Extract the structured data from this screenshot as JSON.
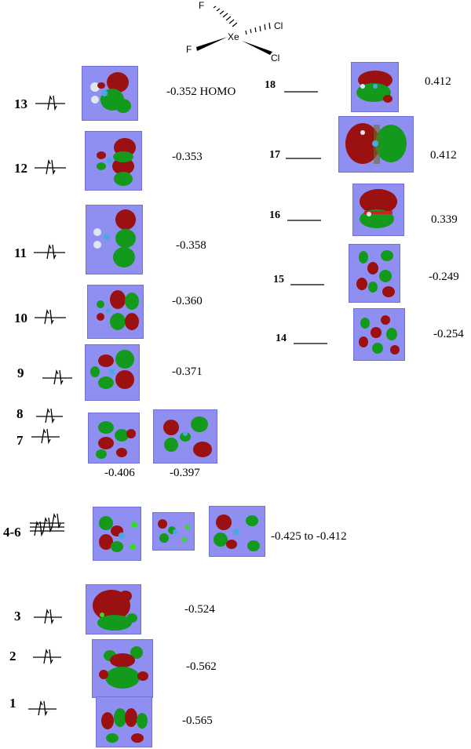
{
  "molecule": {
    "center": "Xe",
    "ligands": [
      "F",
      "F",
      "Cl",
      "Cl"
    ]
  },
  "occupied": [
    {
      "id": "13",
      "energy": "-0.352 HOMO"
    },
    {
      "id": "12",
      "energy": "-0.353"
    },
    {
      "id": "11",
      "energy": "-0.358"
    },
    {
      "id": "10",
      "energy": "-0.360"
    },
    {
      "id": "9",
      "energy": "-0.371"
    },
    {
      "id": "8"
    },
    {
      "id": "7"
    },
    {
      "id": "4-6",
      "energy": "-0.425 to -0.412"
    },
    {
      "id": "3",
      "energy": "-0.524"
    },
    {
      "id": "2",
      "energy": "-0.562"
    },
    {
      "id": "1",
      "energy": "-0.565"
    }
  ],
  "pair_7_8_energies": [
    "-0.406",
    "-0.397"
  ],
  "virtual": [
    {
      "id": "18",
      "energy": "0.412"
    },
    {
      "id": "17",
      "energy": "0.412"
    },
    {
      "id": "16",
      "energy": "0.339"
    },
    {
      "id": "15",
      "energy": "-0.249"
    },
    {
      "id": "14",
      "energy": "-0.254"
    }
  ],
  "colors": {
    "orbital_bg": "#8f8ff2",
    "lobe_positive": "#9b1010",
    "lobe_negative": "#139a1c",
    "fluorine_atom": "#dfe8ee",
    "chlorine_atom": "#33dd22",
    "xenon_atom": "#4aa8e0"
  }
}
